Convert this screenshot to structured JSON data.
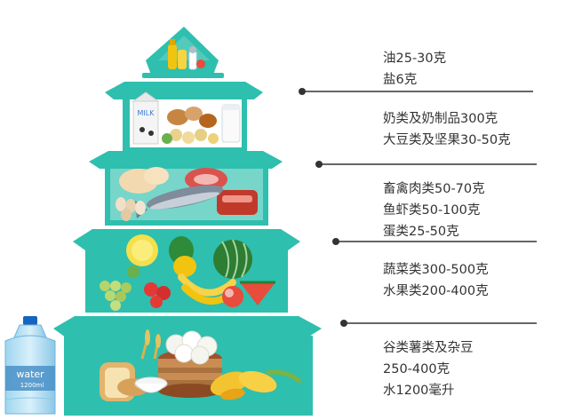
{
  "colors": {
    "teal": "#2ebfae",
    "teal_dark": "#23a394",
    "line": "#333333",
    "text": "#333333"
  },
  "levels": [
    {
      "id": "oil-salt",
      "lines": [
        "油25-30克",
        "盐6克"
      ],
      "foods": [
        "oil-bottle",
        "salt-shaker"
      ]
    },
    {
      "id": "dairy-soy",
      "lines": [
        "奶类及奶制品300克",
        "大豆类及坚果30-50克"
      ],
      "foods": [
        "milk-carton",
        "milk-glass",
        "nuts",
        "soybeans"
      ],
      "carton_text": "MILK"
    },
    {
      "id": "meat-fish-egg",
      "lines": [
        "畜禽肉类50-70克",
        "鱼虾类50-100克",
        "蛋类25-50克"
      ],
      "foods": [
        "chicken",
        "fish",
        "meat",
        "eggs"
      ]
    },
    {
      "id": "veg-fruit",
      "lines": [
        "蔬菜类300-500克",
        "水果类200-400克"
      ],
      "foods": [
        "melon",
        "pepper",
        "watermelon",
        "bananas",
        "grapes",
        "tomato",
        "peach"
      ]
    },
    {
      "id": "grains-water",
      "lines": [
        "谷类薯类及杂豆",
        "250-400克",
        "水1200毫升"
      ],
      "foods": [
        "bread",
        "steamed-buns",
        "corn",
        "water-jug"
      ]
    }
  ],
  "water_bottle": {
    "label": "water",
    "volume": "1200ml"
  }
}
